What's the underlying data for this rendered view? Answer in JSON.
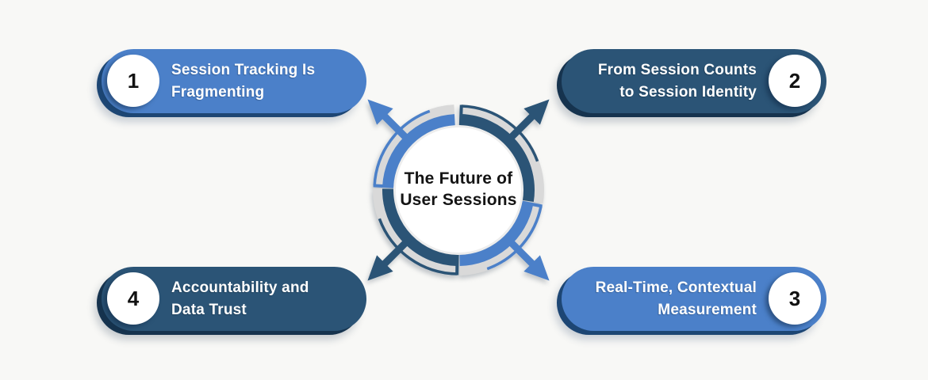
{
  "diagram": {
    "center": {
      "line1": "The Future of",
      "line2": "User Sessions"
    },
    "items": [
      {
        "number": "1",
        "line1": "Session Tracking Is",
        "line2": "Fragmenting",
        "position": "top-left",
        "style": "light-blue"
      },
      {
        "number": "2",
        "line1": "From Session Counts",
        "line2": "to Session Identity",
        "position": "top-right",
        "style": "dark-navy"
      },
      {
        "number": "3",
        "line1": "Real-Time, Contextual",
        "line2": "Measurement",
        "position": "bottom-right",
        "style": "light-blue"
      },
      {
        "number": "4",
        "line1": "Accountability and",
        "line2": "Data Trust",
        "position": "bottom-left",
        "style": "dark-navy"
      }
    ],
    "colors": {
      "light_blue": "#4b80c9",
      "dark_navy": "#2b5476",
      "ring_gray": "#d9d9d9",
      "background": "#f8f8f6",
      "light_shadow": "#1d4674",
      "dark_shadow": "#16334e",
      "text_on_pill": "#ffffff",
      "number_text": "#121212",
      "center_text": "#141414"
    }
  }
}
